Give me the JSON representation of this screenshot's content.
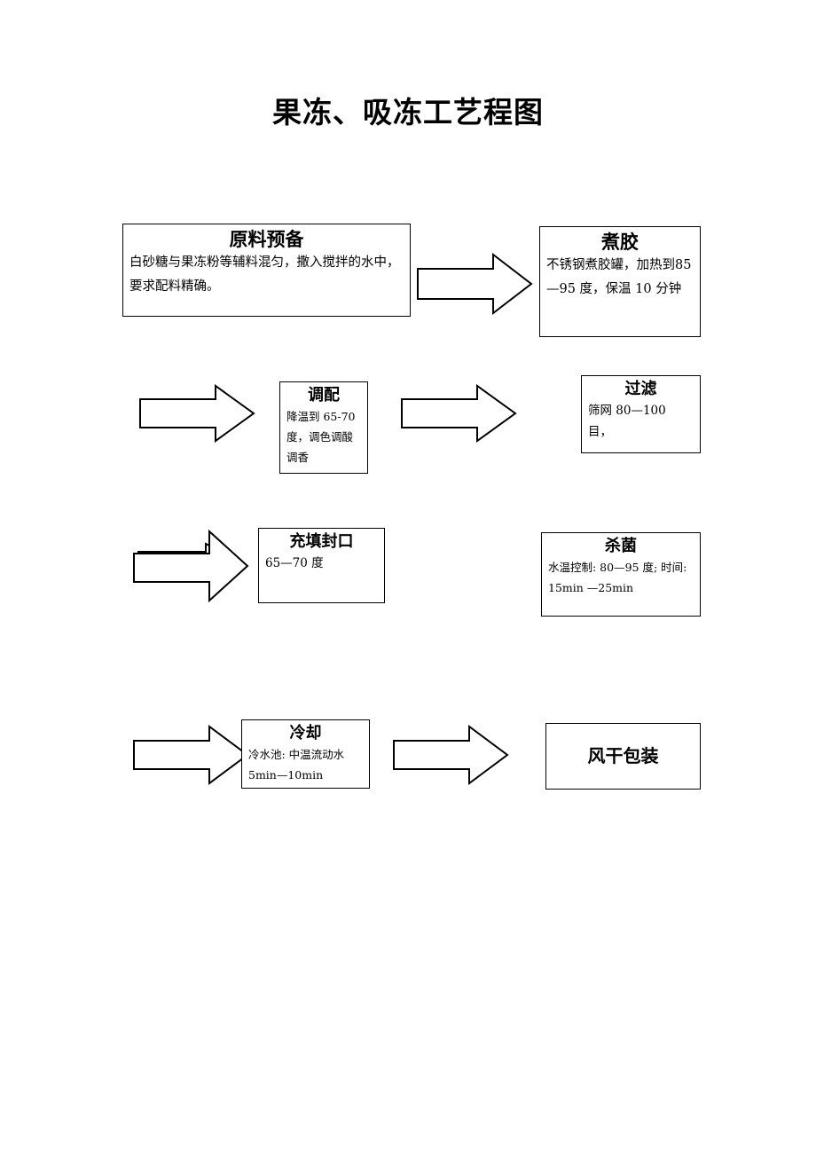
{
  "document": {
    "title": "果冻、吸冻工艺程图"
  },
  "flow": {
    "nodes": [
      {
        "id": "raw-material-preparation",
        "title": "原料预备",
        "body": "白砂糖与果冻粉等辅料混匀，撒入搅拌的水中，要求配料精确。"
      },
      {
        "id": "glue-boiling",
        "title": "煮胶",
        "body": "不锈钢煮胶罐，加热到85—95 度，保温 10 分钟"
      },
      {
        "id": "blending",
        "title": "调配",
        "body": "降温到 65-70 度，调色调酸调香"
      },
      {
        "id": "filtration",
        "title": "过滤",
        "body": "筛网 80—100 目，"
      },
      {
        "id": "filling-sealing",
        "title": "充填封口",
        "body": "65—70 度"
      },
      {
        "id": "sterilization",
        "title": "杀菌",
        "body": "水温控制: 80—95 度; 时间: 15min —25min"
      },
      {
        "id": "cooling",
        "title": "冷却",
        "body": "冷水池: 中温流动水 5min—10min"
      },
      {
        "id": "air-drying-packaging",
        "title": "风干包装",
        "body": ""
      }
    ],
    "arrows": [
      {
        "id": "arrow-prep-to-boiling",
        "direction": "right"
      },
      {
        "id": "arrow-boiling-to-blending",
        "direction": "right"
      },
      {
        "id": "arrow-blending-to-filter",
        "direction": "right"
      },
      {
        "id": "arrow-filter-to-filling-a",
        "direction": "right"
      },
      {
        "id": "arrow-filter-to-filling-b",
        "direction": "right"
      },
      {
        "id": "arrow-steril-to-cooling",
        "direction": "right"
      },
      {
        "id": "arrow-cooling-to-packing",
        "direction": "right"
      }
    ]
  },
  "colors": {
    "page_background": "#ffffff",
    "line": "#000000",
    "text": "#000000"
  }
}
